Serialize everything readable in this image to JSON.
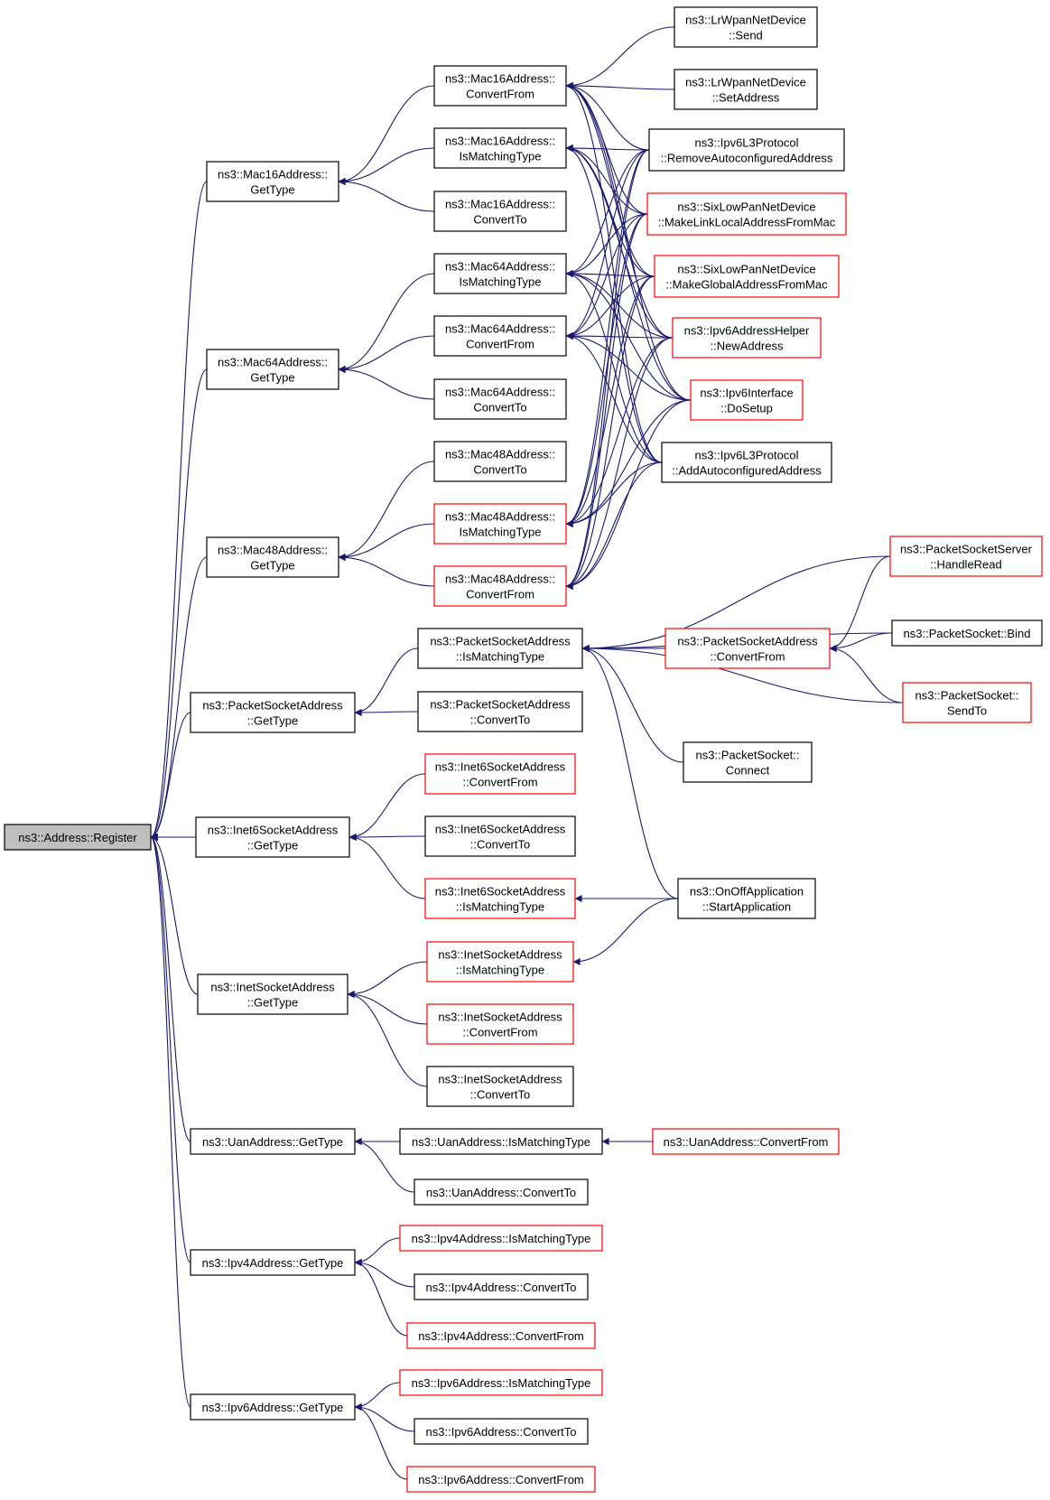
{
  "nodes": {
    "register": [
      "ns3::Address::Register"
    ],
    "mac16_gettype": [
      "ns3::Mac16Address::",
      "GetType"
    ],
    "mac64_gettype": [
      "ns3::Mac64Address::",
      "GetType"
    ],
    "mac48_gettype": [
      "ns3::Mac48Address::",
      "GetType"
    ],
    "psa_gettype": [
      "ns3::PacketSocketAddress",
      "::GetType"
    ],
    "inet6_gettype": [
      "ns3::Inet6SocketAddress",
      "::GetType"
    ],
    "inet_gettype": [
      "ns3::InetSocketAddress",
      "::GetType"
    ],
    "uan_gettype": [
      "ns3::UanAddress::GetType"
    ],
    "ipv4_gettype": [
      "ns3::Ipv4Address::GetType"
    ],
    "ipv6_gettype": [
      "ns3::Ipv6Address::GetType"
    ],
    "mac16_convertfrom": [
      "ns3::Mac16Address::",
      "ConvertFrom"
    ],
    "mac16_ismatching": [
      "ns3::Mac16Address::",
      "IsMatchingType"
    ],
    "mac16_convertto": [
      "ns3::Mac16Address::",
      "ConvertTo"
    ],
    "mac64_ismatching": [
      "ns3::Mac64Address::",
      "IsMatchingType"
    ],
    "mac64_convertfrom": [
      "ns3::Mac64Address::",
      "ConvertFrom"
    ],
    "mac64_convertto": [
      "ns3::Mac64Address::",
      "ConvertTo"
    ],
    "mac48_convertto": [
      "ns3::Mac48Address::",
      "ConvertTo"
    ],
    "mac48_ismatching": [
      "ns3::Mac48Address::",
      "IsMatchingType"
    ],
    "mac48_convertfrom": [
      "ns3::Mac48Address::",
      "ConvertFrom"
    ],
    "psa_ismatching": [
      "ns3::PacketSocketAddress",
      "::IsMatchingType"
    ],
    "psa_convertto": [
      "ns3::PacketSocketAddress",
      "::ConvertTo"
    ],
    "inet6_convertfrom": [
      "ns3::Inet6SocketAddress",
      "::ConvertFrom"
    ],
    "inet6_convertto": [
      "ns3::Inet6SocketAddress",
      "::ConvertTo"
    ],
    "inet6_ismatching": [
      "ns3::Inet6SocketAddress",
      "::IsMatchingType"
    ],
    "inet_ismatching": [
      "ns3::InetSocketAddress",
      "::IsMatchingType"
    ],
    "inet_convertfrom": [
      "ns3::InetSocketAddress",
      "::ConvertFrom"
    ],
    "inet_convertto": [
      "ns3::InetSocketAddress",
      "::ConvertTo"
    ],
    "uan_ismatching": [
      "ns3::UanAddress::IsMatchingType"
    ],
    "uan_convertto": [
      "ns3::UanAddress::ConvertTo"
    ],
    "ipv4_ismatching": [
      "ns3::Ipv4Address::IsMatchingType"
    ],
    "ipv4_convertto": [
      "ns3::Ipv4Address::ConvertTo"
    ],
    "ipv4_convertfrom": [
      "ns3::Ipv4Address::ConvertFrom"
    ],
    "ipv6_ismatching": [
      "ns3::Ipv6Address::IsMatchingType"
    ],
    "ipv6_convertto": [
      "ns3::Ipv6Address::ConvertTo"
    ],
    "ipv6_convertfrom": [
      "ns3::Ipv6Address::ConvertFrom"
    ],
    "lrwpan_send": [
      "ns3::LrWpanNetDevice",
      "::Send"
    ],
    "lrwpan_setaddress": [
      "ns3::LrWpanNetDevice",
      "::SetAddress"
    ],
    "ipv6l3_remove": [
      "ns3::Ipv6L3Protocol",
      "::RemoveAutoconfiguredAddress"
    ],
    "sixlowpan_linklocal": [
      "ns3::SixLowPanNetDevice",
      "::MakeLinkLocalAddressFromMac"
    ],
    "sixlowpan_global": [
      "ns3::SixLowPanNetDevice",
      "::MakeGlobalAddressFromMac"
    ],
    "ipv6helper_newaddress": [
      "ns3::Ipv6AddressHelper",
      "::NewAddress"
    ],
    "ipv6interface_dosetup": [
      "ns3::Ipv6Interface",
      "::DoSetup"
    ],
    "ipv6l3_add": [
      "ns3::Ipv6L3Protocol",
      "::AddAutoconfiguredAddress"
    ],
    "psa_convertfrom": [
      "ns3::PacketSocketAddress",
      "::ConvertFrom"
    ],
    "pss_handleread": [
      "ns3::PacketSocketServer",
      "::HandleRead"
    ],
    "ps_bind": [
      "ns3::PacketSocket::Bind"
    ],
    "ps_sendto": [
      "ns3::PacketSocket::",
      "SendTo"
    ],
    "ps_connect": [
      "ns3::PacketSocket::",
      "Connect"
    ],
    "onoff_start": [
      "ns3::OnOffApplication",
      "::StartApplication"
    ],
    "uan_convertfrom": [
      "ns3::UanAddress::ConvertFrom"
    ]
  },
  "colors": {
    "edge": "#191970",
    "node_border": "#000000",
    "node_border_incomplete": "#ff0000",
    "root_fill": "#bfbfbf",
    "node_fill": "#ffffff"
  }
}
